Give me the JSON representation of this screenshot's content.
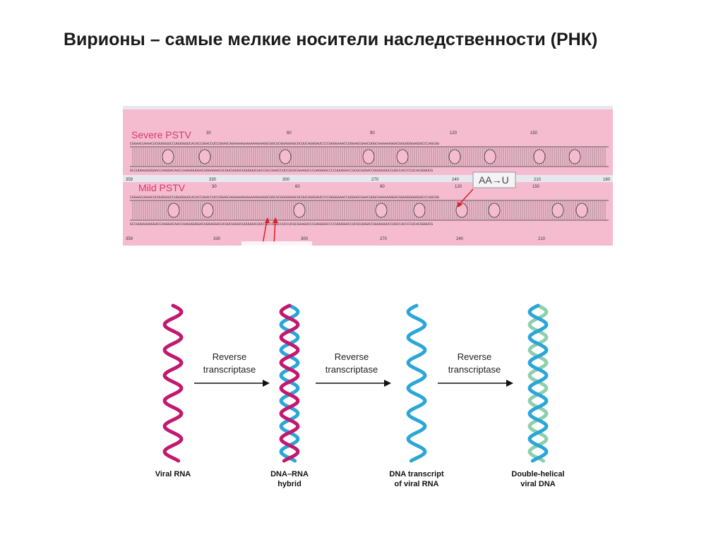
{
  "slide": {
    "title": "Вирионы – самые мелкие носители наследственности (РНК)"
  },
  "pstv_figure": {
    "severe_label": "Severe PSTV",
    "mild_label": "Mild PSTV",
    "mutation_label": "AA→U",
    "severe_top_numbers": [
      "30",
      "60",
      "90",
      "120",
      "150"
    ],
    "severe_bottom_numbers": [
      "359",
      "330",
      "300",
      "270",
      "240",
      "210",
      "180"
    ],
    "mild_top_numbers": [
      "30",
      "60",
      "90",
      "120",
      "150"
    ],
    "mild_bottom_numbers": [
      "359",
      "330",
      "300",
      "270",
      "240",
      "210"
    ],
    "colors": {
      "panel": "#f5bcd0",
      "panel_divider": "#e6e8f0",
      "label": "#d43a6a",
      "arrow": "#e21c24"
    }
  },
  "rt_diagram": {
    "steps": [
      {
        "arrow_label_line1": "Reverse",
        "arrow_label_line2": "transcriptase"
      },
      {
        "arrow_label_line1": "Reverse",
        "arrow_label_line2": "transcriptase"
      },
      {
        "arrow_label_line1": "Reverse",
        "arrow_label_line2": "transcriptase"
      }
    ],
    "stages": [
      {
        "label_line1": "Viral RNA",
        "label_line2": ""
      },
      {
        "label_line1": "DNA–RNA",
        "label_line2": "hybrid"
      },
      {
        "label_line1": "DNA transcript",
        "label_line2": "of viral RNA"
      },
      {
        "label_line1": "Double-helical",
        "label_line2": "viral DNA"
      }
    ],
    "colors": {
      "rna": "#c2186f",
      "dna": "#2aa6d8",
      "dna_green": "#8ecfae",
      "arrow": "#111111"
    }
  }
}
